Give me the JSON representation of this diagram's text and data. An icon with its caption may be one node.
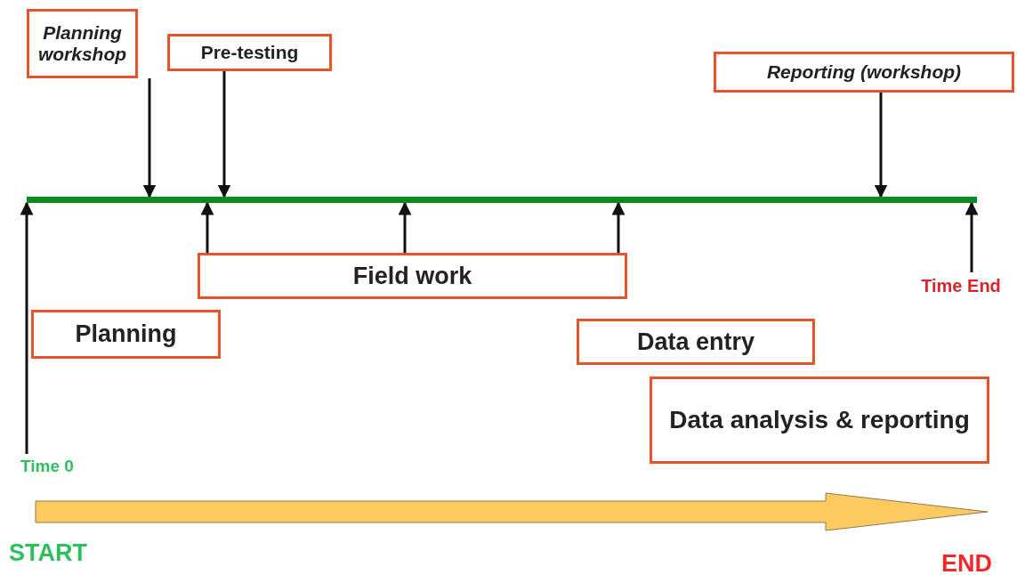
{
  "diagram": {
    "nodes": [
      {
        "text": [
          "Planning workshop"
        ]
      },
      {
        "text": [
          "Pre-testing"
        ]
      },
      {
        "text": [
          "Reporting (workshop)"
        ]
      },
      {
        "text": [],
        "shape": "bar"
      },
      {
        "text": [
          "Field work"
        ]
      },
      {
        "text": [
          "Time End"
        ]
      },
      {
        "text": [
          "Planning"
        ]
      },
      {
        "text": [
          "Data entry"
        ]
      },
      {
        "text": [
          "Data analysis & reporting"
        ]
      },
      {
        "text": [
          "Time 0"
        ]
      }
    ],
    "edges": [
      {
        "from": 0,
        "to": 3,
        "arrow": "to"
      },
      {
        "from": 1,
        "to": 3,
        "arrow": "to"
      },
      {
        "from": 2,
        "to": 3,
        "arrow": "to"
      },
      {
        "from": 4,
        "to": 3,
        "arrow": "to"
      },
      {
        "from": 4,
        "to": 3,
        "arrow": "to"
      },
      {
        "from": 4,
        "to": 3,
        "arrow": "to"
      },
      {
        "from": 9,
        "to": 3,
        "arrow": "to"
      },
      {
        "from": 5,
        "to": 3,
        "arrow": "to"
      }
    ],
    "labels": [
      "START",
      "END"
    ]
  }
}
